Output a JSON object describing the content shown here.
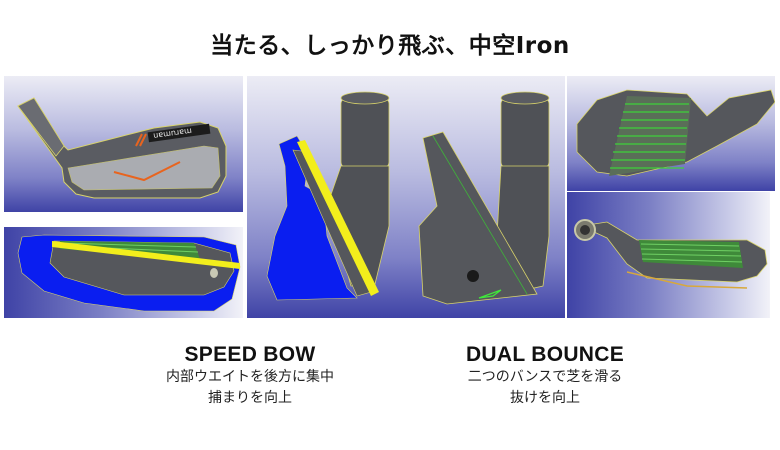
{
  "title": "当たる、しっかり飛ぶ、中空Iron",
  "panels": [
    {
      "id": "face-view-logo",
      "description": "Iron head front view with maruman logo",
      "logo_text": "maruman"
    },
    {
      "id": "sole-cross-section",
      "description": "Toe-side cross section with blue internal weight and yellow face"
    },
    {
      "id": "center-cross-section",
      "description": "Hosel-side cross section and dual bounce sole view"
    },
    {
      "id": "back-view",
      "description": "Iron head with green grooves, angled view"
    },
    {
      "id": "top-view",
      "description": "Top view of iron head showing green face grooves"
    }
  ],
  "features": [
    {
      "heading": "SPEED BOW",
      "lines": [
        "内部ウエイトを後方に集中",
        "捕まりを向上"
      ]
    },
    {
      "heading": "DUAL BOUNCE",
      "lines": [
        "二つのバンスで芝を滑る",
        "抜けを向上"
      ]
    }
  ],
  "colors": {
    "background_top": "#ececf5",
    "background_bottom": "#3f43a6",
    "weight_blue": "#0a1ef0",
    "face_yellow": "#f2ee1c",
    "groove_green": "#3fb23a",
    "head_gray": "#55575c",
    "edge_line": "#d8d36a",
    "logo_orange": "#e8641e"
  }
}
